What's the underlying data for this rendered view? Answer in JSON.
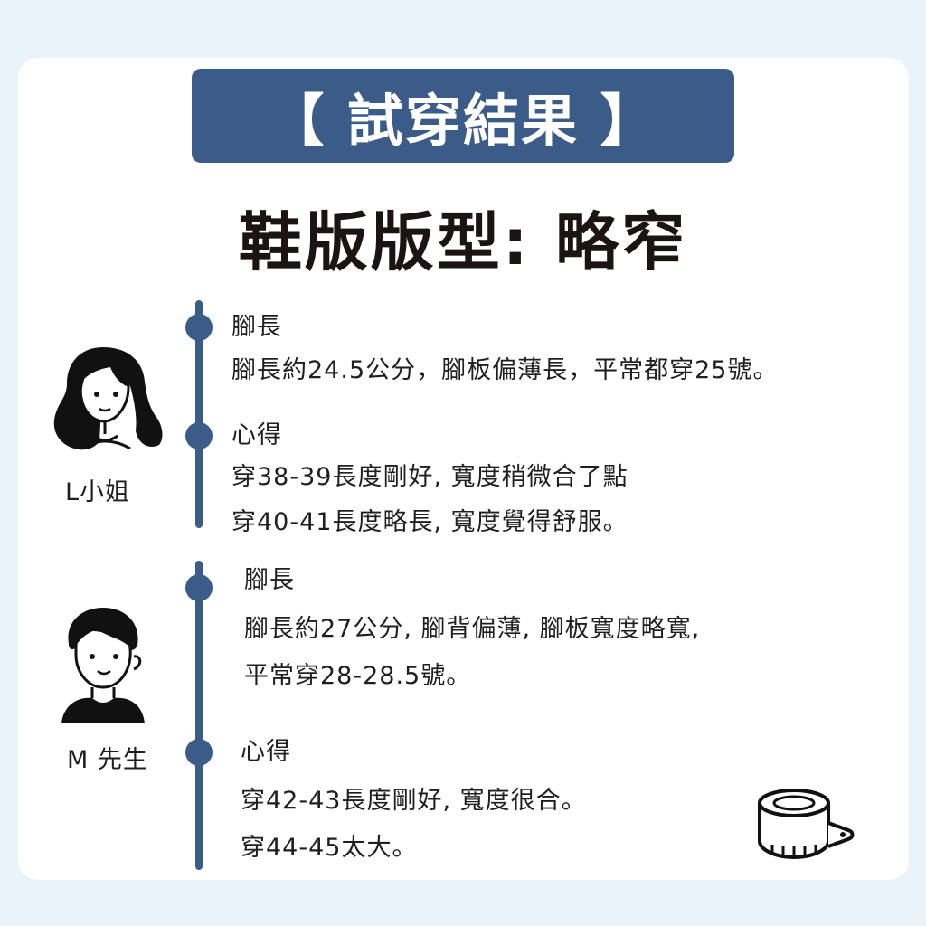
{
  "header": {
    "title": "【 試穿結果 】",
    "subtitle": "鞋版版型: 略窄"
  },
  "testers": [
    {
      "name": "L小姐",
      "avatar": "woman-avatar-icon",
      "foot_label": "腳長",
      "foot_text": "腳長約24.5公分，腳板偏薄長，平常都穿25號。",
      "review_label": "心得",
      "review_lines": [
        "穿38-39長度剛好, 寬度稍微合了點",
        "穿40-41長度略長, 寬度覺得舒服。"
      ]
    },
    {
      "name": "M 先生",
      "avatar": "man-avatar-icon",
      "foot_label": "腳長",
      "foot_lines": [
        "腳長約27公分, 腳背偏薄, 腳板寬度略寬,",
        "平常穿28-28.5號。"
      ],
      "review_label": "心得",
      "review_lines": [
        "穿42-43長度剛好, 寬度很合。",
        "穿44-45太大。"
      ]
    }
  ],
  "decoration": {
    "icon": "measuring-tape-icon"
  },
  "colors": {
    "accent": "#3b5b88",
    "background": "#eaf2fa",
    "card": "#ffffff"
  }
}
